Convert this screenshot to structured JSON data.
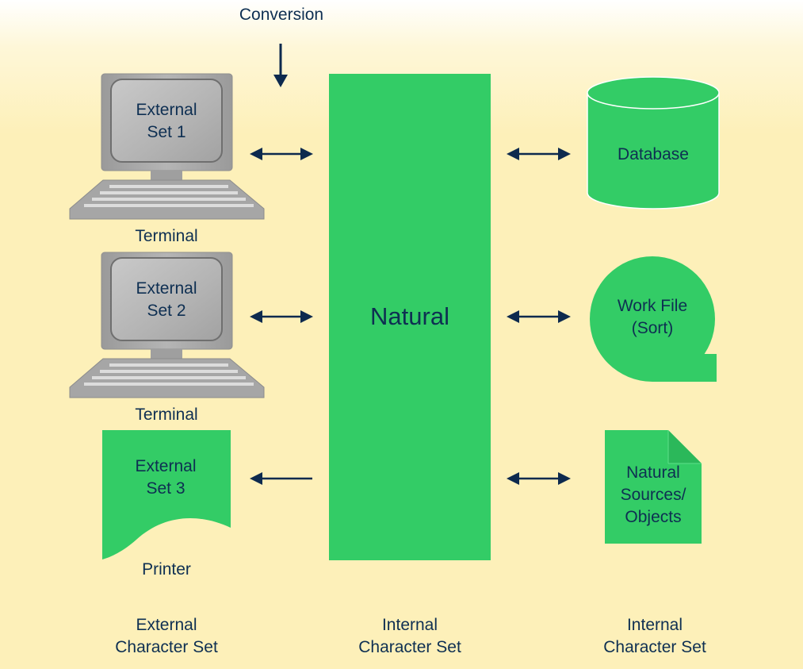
{
  "diagram": {
    "conversion_label": "Conversion",
    "center": {
      "label": "Natural"
    },
    "left": {
      "terminal1": {
        "screen_line1": "External",
        "screen_line2": "Set 1",
        "caption": "Terminal"
      },
      "terminal2": {
        "screen_line1": "External",
        "screen_line2": "Set 2",
        "caption": "Terminal"
      },
      "printer": {
        "page_line1": "External",
        "page_line2": "Set 3",
        "caption": "Printer"
      }
    },
    "right": {
      "database": {
        "label": "Database"
      },
      "work_file": {
        "line1": "Work File",
        "line2": "(Sort)"
      },
      "sources": {
        "line1": "Natural",
        "line2": "Sources/",
        "line3": "Objects"
      }
    },
    "footer": {
      "left": {
        "line1": "External",
        "line2": "Character Set"
      },
      "center": {
        "line1": "Internal",
        "line2": "Character Set"
      },
      "right": {
        "line1": "Internal",
        "line2": "Character Set"
      }
    }
  },
  "colors": {
    "green": "#33cc66",
    "navy_text": "#0e2f52",
    "arrow": "#0d2a4e",
    "gray_body": "#a9a9a9",
    "background_fade": "#fdf0b9"
  }
}
